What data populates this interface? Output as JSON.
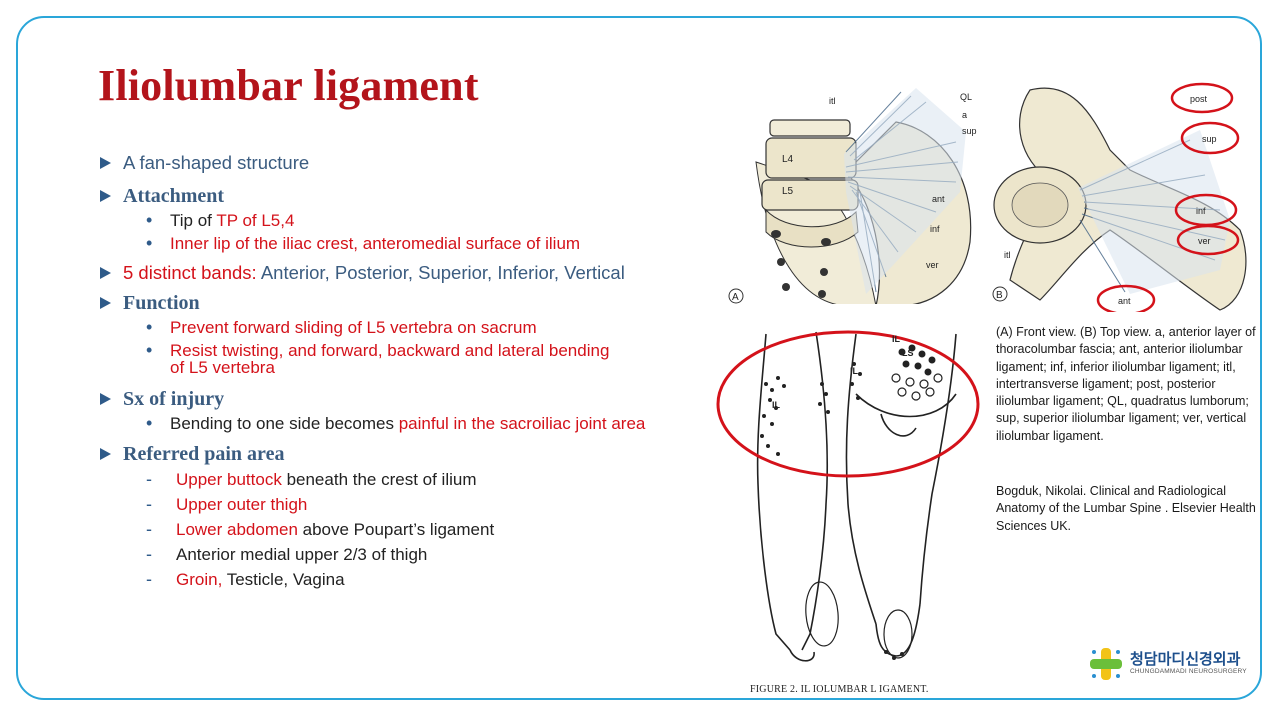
{
  "title": "Iliolumbar ligament",
  "bullets": {
    "fan": "A fan-shaped structure",
    "attachment": {
      "heading": "Attachment",
      "item1_prefix": "Tip of ",
      "item1_red": "TP of L5,4",
      "item2": "Inner lip of the iliac crest, anteromedial surface of ilium"
    },
    "bands": {
      "prefix": "5 distinct bands: ",
      "list": "Anterior,  Posterior, Superior, Inferior,  Vertical"
    },
    "function": {
      "heading": "Function",
      "item1": "Prevent forward sliding of L5 vertebra  on sacrum",
      "item2": "Resist twisting, and forward, backward and lateral bending of L5 vertebra"
    },
    "injury": {
      "heading": "Sx of injury",
      "item1_prefix": "Bending to one side becomes ",
      "item1_red": "painful in the sacroiliac joint area"
    },
    "referred": {
      "heading": "Referred pain area",
      "item1_red": "Upper buttock",
      "item1_rest": " beneath  the crest of ilium",
      "item2_red": "Upper outer thigh",
      "item3_red": "Lower abdomen",
      "item3_rest": "  above Poupart’s ligament",
      "item4": "Anterior  medial upper 2/3 of thigh",
      "item5_red": "Groin,",
      "item5_rest": " Testicle,  Vagina"
    }
  },
  "figure_a": {
    "panel": "A",
    "labels": {
      "itl": "itl",
      "ql": "QL",
      "a": "a",
      "sup": "sup",
      "l4": "L4",
      "l5": "L5",
      "ant": "ant",
      "inf": "inf",
      "ver": "ver"
    }
  },
  "figure_b": {
    "panel": "B",
    "labels": {
      "post": "post",
      "sup": "sup",
      "inf": "inf",
      "ver": "ver",
      "itl": "itl",
      "ant": "ant"
    }
  },
  "body_labels": {
    "il1": "IL",
    "ls": "LS",
    "il2": "IL",
    "il3": "IL"
  },
  "caption": "(A) Front view. (B) Top view. a, anterior layer of thoracolumbar fascia; ant, anterior iliolumbar ligament; inf, inferior iliolumbar ligament; itl, intertransverse ligament; post, posterior iliolumbar ligament; QL, quadratus lumborum; sup, superior iliolumbar ligament; ver, vertical iliolumbar ligament.",
  "reference": "Bogduk, Nikolai. Clinical and Radiological Anatomy of the Lumbar Spine . Elsevier Health Sciences UK.",
  "figure_label": "FIGURE 2. IL IOLUMBAR L IGAMENT.",
  "logo": {
    "korean": "청담마디신경외과",
    "english": "CHUNGDAMMADI NEUROSURGERY"
  },
  "colors": {
    "frame": "#2aa6d9",
    "title": "#b3141b",
    "accent_red": "#d4121a",
    "heading_blue": "#3b5c80",
    "circle_red": "#d4121a"
  }
}
